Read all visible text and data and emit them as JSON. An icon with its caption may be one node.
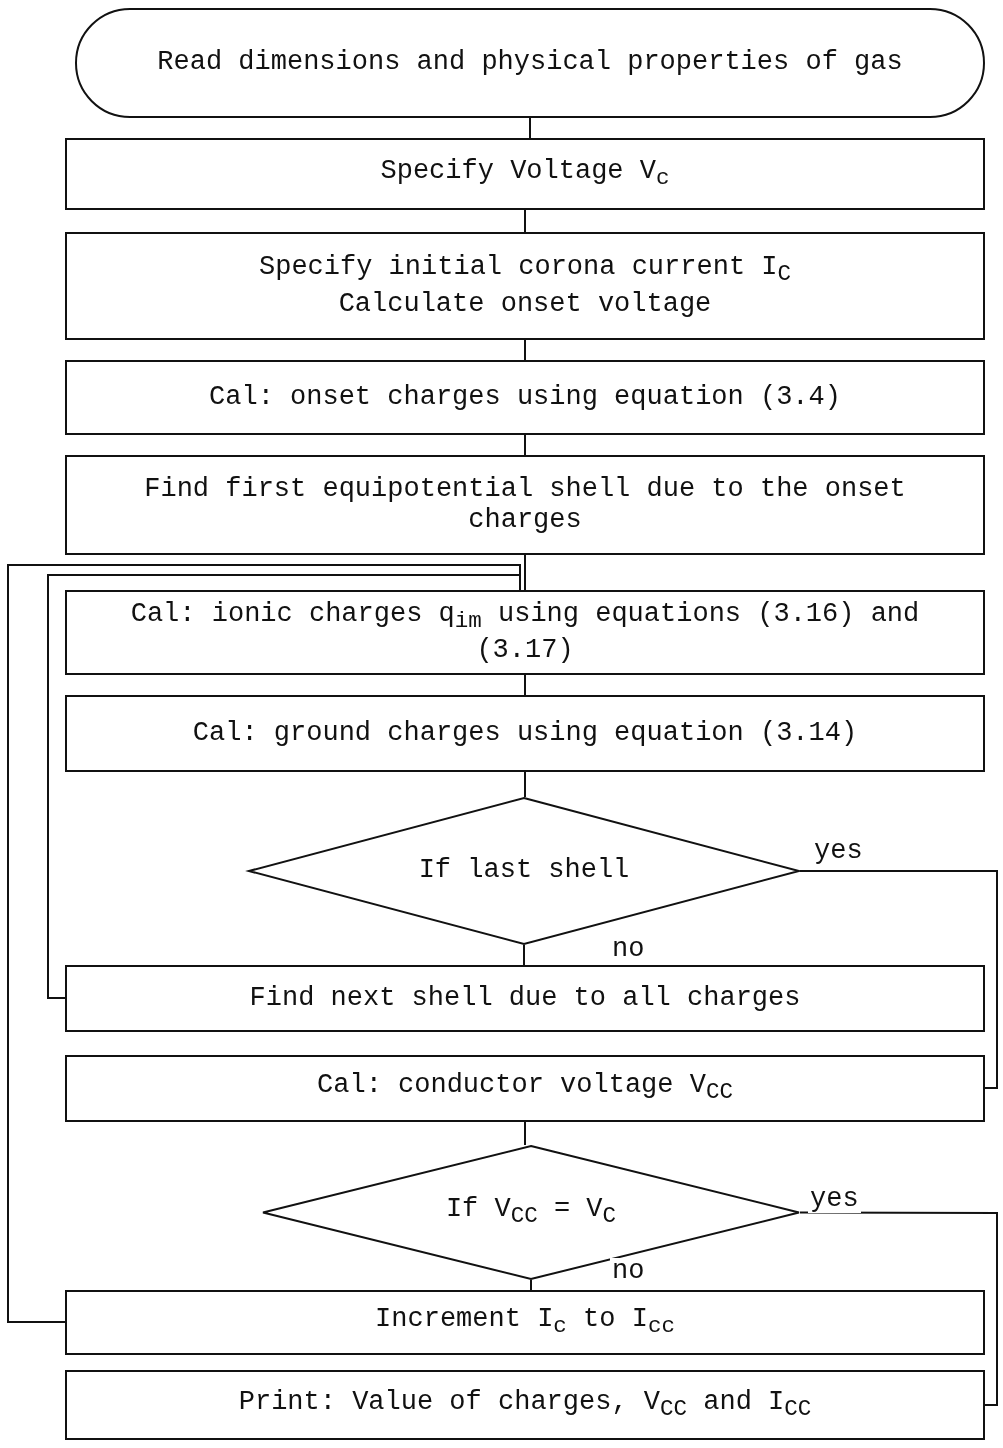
{
  "diagram": {
    "nodes": [
      {
        "text": [
          "Read dimensions and physical properties of gas"
        ]
      },
      {
        "text": [
          "Specify Voltage V$_{c}$"
        ]
      },
      {
        "text": [
          "Specify initial corona current I$_{C}$",
          "Calculate onset voltage"
        ]
      },
      {
        "text": [
          "Cal: onset charges using equation (3.4)"
        ]
      },
      {
        "text": [
          "Find first equipotential shell due to the onset charges"
        ]
      },
      {
        "text": [
          "Cal: ionic charges q$_{im}$ using equations (3.16) and (3.17)"
        ]
      },
      {
        "text": [
          "Cal: ground charges using equation (3.14)"
        ]
      },
      {
        "text": [
          "If last shell"
        ]
      },
      {
        "text": [
          "Find next shell due to all charges"
        ]
      },
      {
        "text": [
          "Cal: conductor voltage V$_{CC}$"
        ]
      },
      {
        "text": [
          "If V$_{CC}$ = V$_{C}$"
        ]
      },
      {
        "text": [
          "Increment I$_{c}$ to I$_{cc}$"
        ]
      },
      {
        "text": [
          "Print: Value of charges, V$_{CC}$ and I$_{CC}$"
        ]
      }
    ],
    "edges": [
      {
        "from": 0,
        "to": 1,
        "arrow": "none"
      },
      {
        "from": 1,
        "to": 2,
        "arrow": "none"
      },
      {
        "from": 2,
        "to": 3,
        "arrow": "none"
      },
      {
        "from": 3,
        "to": 4,
        "arrow": "none"
      },
      {
        "from": 4,
        "to": 5,
        "arrow": "none"
      },
      {
        "from": 5,
        "to": 6,
        "arrow": "none"
      },
      {
        "from": 6,
        "to": 7,
        "arrow": "none"
      },
      {
        "from": 7,
        "to": 8,
        "label": "no",
        "arrow": "none"
      },
      {
        "from": 8,
        "to": 5,
        "arrow": "none"
      },
      {
        "from": 7,
        "to": 9,
        "label": "yes",
        "arrow": "none"
      },
      {
        "from": 9,
        "to": 10,
        "arrow": "none"
      },
      {
        "from": 10,
        "to": 11,
        "label": "no",
        "arrow": "none"
      },
      {
        "from": 11,
        "to": 5,
        "arrow": "none"
      },
      {
        "from": 10,
        "to": 12,
        "label": "yes",
        "arrow": "none"
      }
    ]
  }
}
